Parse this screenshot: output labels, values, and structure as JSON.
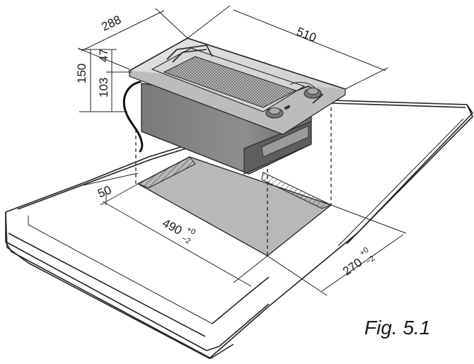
{
  "figure": {
    "caption": "Fig. 5.1",
    "dimensions": {
      "depth": "288",
      "width": "510",
      "total_height": "150",
      "above_counter": "47",
      "below_counter": "103",
      "edge_offset": "50",
      "cutout_width": {
        "value": "490",
        "tol_upper": "+0",
        "tol_lower": "−2"
      },
      "cutout_depth": {
        "value": "270",
        "tol_upper": "+0",
        "tol_lower": "−2"
      }
    }
  }
}
